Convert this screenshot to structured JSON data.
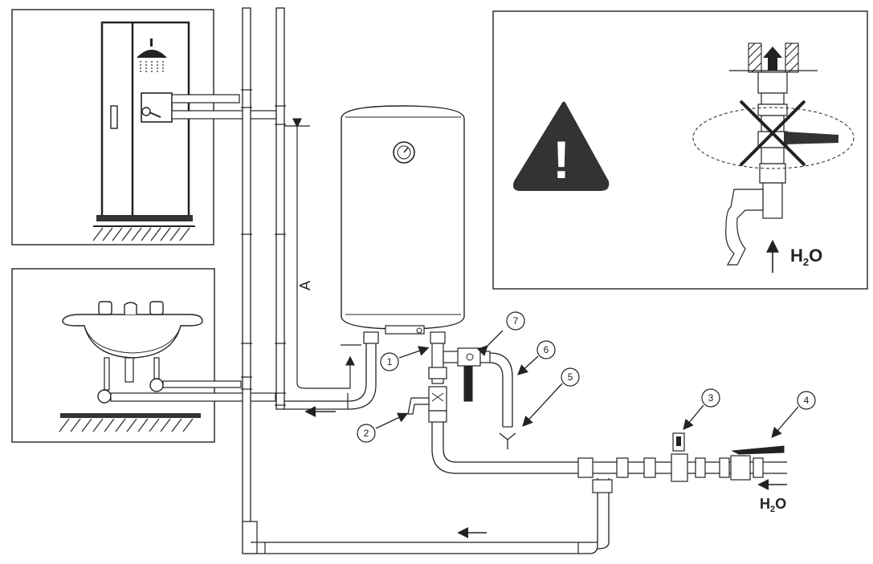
{
  "callouts": [
    {
      "id": "1",
      "label": "1"
    },
    {
      "id": "2",
      "label": "2"
    },
    {
      "id": "3",
      "label": "3"
    },
    {
      "id": "4",
      "label": "4"
    },
    {
      "id": "5",
      "label": "5"
    },
    {
      "id": "6",
      "label": "6"
    },
    {
      "id": "7",
      "label": "7"
    }
  ],
  "dimension_label": "A",
  "water_label_main": "H",
  "water_label_sub": "2",
  "water_label_end": "O",
  "warning_symbol": "!",
  "colors": {
    "line": "#222222",
    "pipe_fill": "#f4f4f4",
    "dark": "#333333"
  }
}
